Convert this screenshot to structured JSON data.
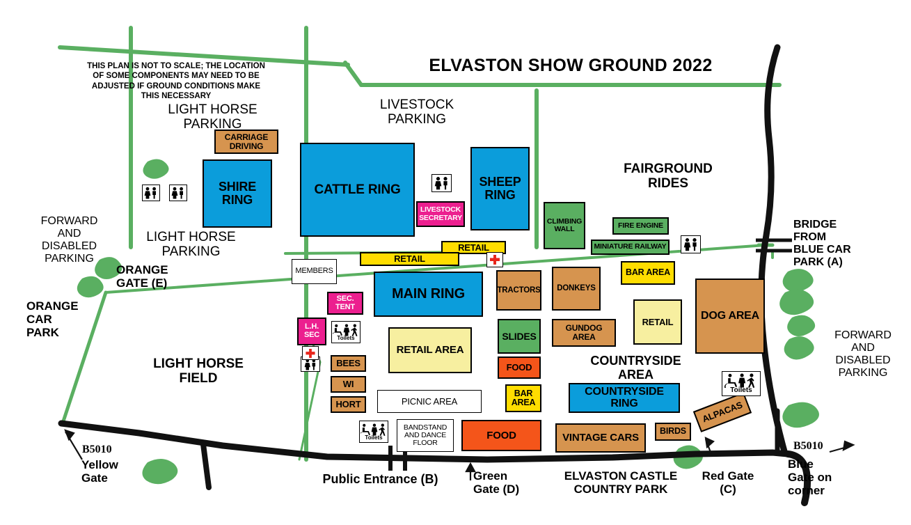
{
  "title": "ELVASTON SHOW GROUND 2022",
  "disclaimer": "THIS PLAN IS NOT TO SCALE; THE LOCATION\nOF SOME COMPONENTS MAY NEED TO BE\nADJUSTED IF GROUND CONDITIONS MAKE\nTHIS NECESSARY",
  "colors": {
    "ring_blue": "#0b9ddb",
    "livestock_pink": "#ec1f8f",
    "retail_yellow": "#ffdd00",
    "retail_area_pale": "#f7efa0",
    "attraction_brown": "#d6944f",
    "green_fill": "#5aaf61",
    "food_orange": "#f4551a",
    "boundary_green": "#5aaf61",
    "road_black": "#111111",
    "firstaid_red": "#e8261c"
  },
  "area_labels": [
    {
      "id": "light-horse-parking-north",
      "text": "LIGHT HORSE\nPARKING"
    },
    {
      "id": "livestock-parking",
      "text": "LIVESTOCK\nPARKING"
    },
    {
      "id": "fairground-rides",
      "text": "FAIRGROUND\nRIDES"
    },
    {
      "id": "light-horse-parking-south",
      "text": "LIGHT HORSE\nPARKING"
    },
    {
      "id": "forward-disabled-parking-west",
      "text": "FORWARD\nAND\nDISABLED\nPARKING"
    },
    {
      "id": "orange-gate-e",
      "text": "ORANGE\nGATE (E)"
    },
    {
      "id": "orange-car-park",
      "text": "ORANGE\nCAR\nPARK"
    },
    {
      "id": "light-horse-field",
      "text": "LIGHT HORSE\nFIELD"
    },
    {
      "id": "countryside-area",
      "text": "COUNTRYSIDE\nAREA"
    },
    {
      "id": "bridge-from-blue-car-park",
      "text": "BRIDGE\nFROM\nBLUE CAR\nPARK (A)"
    },
    {
      "id": "forward-disabled-parking-east",
      "text": "FORWARD\nAND\nDISABLED\nPARKING"
    },
    {
      "id": "elvaston-castle-country-park",
      "text": "ELVASTON CASTLE\nCOUNTRY PARK"
    },
    {
      "id": "public-entrance-b",
      "text": "Public Entrance (B)"
    },
    {
      "id": "green-gate-d",
      "text": "Green\nGate (D)"
    },
    {
      "id": "red-gate-c",
      "text": "Red Gate\n(C)"
    },
    {
      "id": "yellow-gate",
      "text": "Yellow\nGate"
    },
    {
      "id": "blue-gate-corner",
      "text": "Blue\nGate on\ncorner"
    },
    {
      "id": "b5010-west",
      "text": "B5010"
    },
    {
      "id": "b5010-east",
      "text": "B5010"
    }
  ],
  "boxes": [
    {
      "id": "carriage-driving",
      "label": "CARRIAGE\nDRIVING",
      "color": "brown"
    },
    {
      "id": "shire-ring",
      "label": "SHIRE\nRING",
      "color": "blue"
    },
    {
      "id": "cattle-ring",
      "label": "CATTLE\nRING",
      "color": "blue"
    },
    {
      "id": "sheep-ring",
      "label": "SHEEP\nRING",
      "color": "blue"
    },
    {
      "id": "livestock-secretary",
      "label": "LIVESTOCK\nSECRETARY",
      "color": "pink"
    },
    {
      "id": "climbing-wall",
      "label": "CLIMBING\nWALL",
      "color": "green"
    },
    {
      "id": "fire-engine",
      "label": "FIRE ENGINE",
      "color": "green"
    },
    {
      "id": "miniature-railway",
      "label": "MINIATURE RAILWAY",
      "color": "green"
    },
    {
      "id": "retail-top",
      "label": "RETAIL",
      "color": "yellow"
    },
    {
      "id": "retail-strip",
      "label": "RETAIL",
      "color": "yellow"
    },
    {
      "id": "members",
      "label": "MEMBERS",
      "color": "white"
    },
    {
      "id": "main-ring",
      "label": "MAIN\nRING",
      "color": "blue"
    },
    {
      "id": "sec-tent",
      "label": "SEC.\nTENT",
      "color": "pink"
    },
    {
      "id": "lh-sec",
      "label": "L.H.\nSEC",
      "color": "pink"
    },
    {
      "id": "bees",
      "label": "BEES",
      "color": "brown"
    },
    {
      "id": "wi",
      "label": "WI",
      "color": "brown"
    },
    {
      "id": "hort",
      "label": "HORT",
      "color": "brown"
    },
    {
      "id": "retail-area",
      "label": "RETAIL\nAREA",
      "color": "lightyellow"
    },
    {
      "id": "picnic-area",
      "label": "PICNIC AREA",
      "color": "white"
    },
    {
      "id": "bandstand",
      "label": "BANDSTAND\nAND\nDANCE FLOOR",
      "color": "white"
    },
    {
      "id": "food-bottom",
      "label": "FOOD",
      "color": "orange"
    },
    {
      "id": "tractors",
      "label": "TRACTORS",
      "color": "brown"
    },
    {
      "id": "slides",
      "label": "SLIDES",
      "color": "green"
    },
    {
      "id": "food-mid",
      "label": "FOOD",
      "color": "orange"
    },
    {
      "id": "bar-area-mid",
      "label": "BAR\nAREA",
      "color": "yellow"
    },
    {
      "id": "donkeys",
      "label": "DONKEYS",
      "color": "brown"
    },
    {
      "id": "gundog-area",
      "label": "GUNDOG\nAREA",
      "color": "brown"
    },
    {
      "id": "bar-area-top",
      "label": "BAR\nAREA",
      "color": "yellow"
    },
    {
      "id": "retail-right",
      "label": "RETAIL",
      "color": "lightyellow"
    },
    {
      "id": "dog-area",
      "label": "DOG\nAREA",
      "color": "brown"
    },
    {
      "id": "countryside-ring",
      "label": "COUNTRYSIDE\nRING",
      "color": "blue"
    },
    {
      "id": "vintage-cars",
      "label": "VINTAGE\nCARS",
      "color": "brown"
    },
    {
      "id": "birds",
      "label": "BIRDS",
      "color": "brown"
    },
    {
      "id": "alpacas",
      "label": "ALPACAS",
      "color": "brown"
    }
  ],
  "icons": [
    {
      "id": "toilets-shire-1",
      "type": "wc-icon",
      "caption": ""
    },
    {
      "id": "toilets-shire-2",
      "type": "wc-icon",
      "caption": ""
    },
    {
      "id": "toilets-livestock",
      "type": "wc-icon",
      "caption": ""
    },
    {
      "id": "toilets-fairground",
      "type": "wc-icon",
      "caption": ""
    },
    {
      "id": "toilets-main-ring",
      "type": "accessible-toilets-icon",
      "caption": "Toilets"
    },
    {
      "id": "toilets-entrance",
      "type": "accessible-toilets-icon",
      "caption": "Toilets"
    },
    {
      "id": "toilets-countryside",
      "type": "accessible-toilets-icon",
      "caption": "Toilets"
    },
    {
      "id": "toilets-lh-sec",
      "type": "wc-icon",
      "caption": ""
    },
    {
      "id": "first-aid-retail",
      "type": "first-aid-icon",
      "caption": ""
    },
    {
      "id": "first-aid-lh-sec",
      "type": "first-aid-icon",
      "caption": ""
    }
  ]
}
